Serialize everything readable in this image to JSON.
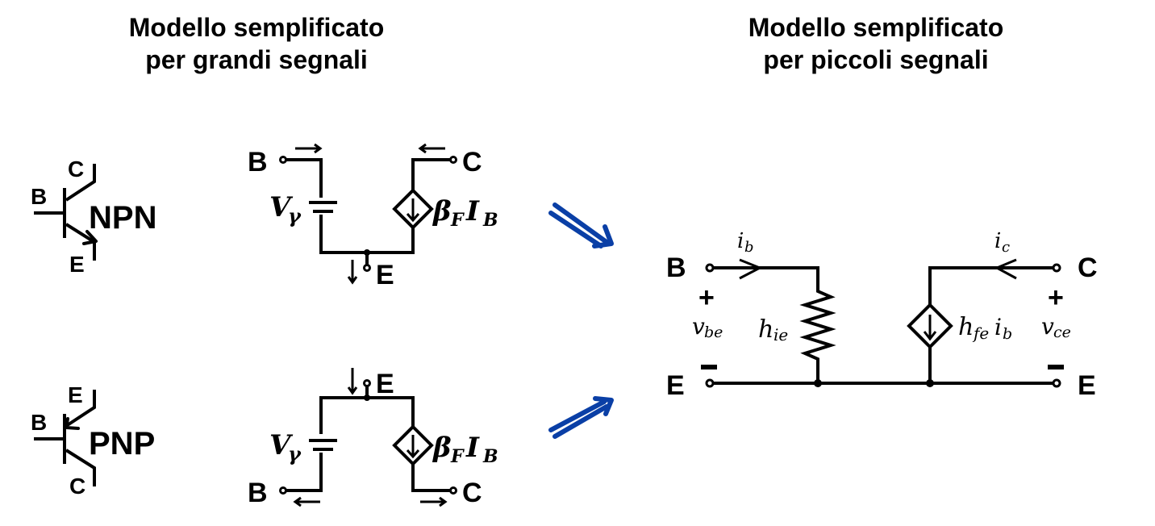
{
  "titles": {
    "large_signal": [
      "Modello semplificato",
      "per grandi segnali"
    ],
    "small_signal": [
      "Modello semplificato",
      "per piccoli segnali"
    ]
  },
  "npn_symbol": {
    "type_label": "NPN",
    "base": "B",
    "collector": "C",
    "emitter": "E"
  },
  "pnp_symbol": {
    "type_label": "PNP",
    "base": "B",
    "collector": "C",
    "emitter": "E"
  },
  "npn_large_signal": {
    "terminals": {
      "base": "B",
      "collector": "C",
      "emitter": "E"
    },
    "voltage_source": {
      "symbol": "V",
      "subscript": "γ"
    },
    "current_source": {
      "symbol": "β",
      "sub1": "F",
      "symbol2": "I",
      "sub2": "B"
    }
  },
  "pnp_large_signal": {
    "terminals": {
      "base": "B",
      "collector": "C",
      "emitter": "E"
    },
    "voltage_source": {
      "symbol": "V",
      "subscript": "γ"
    },
    "current_source": {
      "symbol": "β",
      "sub1": "F",
      "symbol2": "I",
      "sub2": "B"
    }
  },
  "arrows": {
    "color": "#0a3fa6"
  },
  "small_signal": {
    "terminals": {
      "base": "B",
      "collector": "C",
      "emitter_left": "E",
      "emitter_right": "E"
    },
    "base_current": {
      "symbol": "i",
      "subscript": "b"
    },
    "collector_current": {
      "symbol": "i",
      "subscript": "c"
    },
    "input_voltage": {
      "symbol": "v",
      "subscript": "be",
      "plus": "+",
      "minus": "−"
    },
    "output_voltage": {
      "symbol": "v",
      "subscript": "ce",
      "plus": "+",
      "minus": "−"
    },
    "resistor": {
      "symbol": "h",
      "subscript": "ie"
    },
    "dependent_source": {
      "symbol": "h",
      "subscript": "fe",
      "symbol2": "i",
      "sub2": "b"
    }
  }
}
